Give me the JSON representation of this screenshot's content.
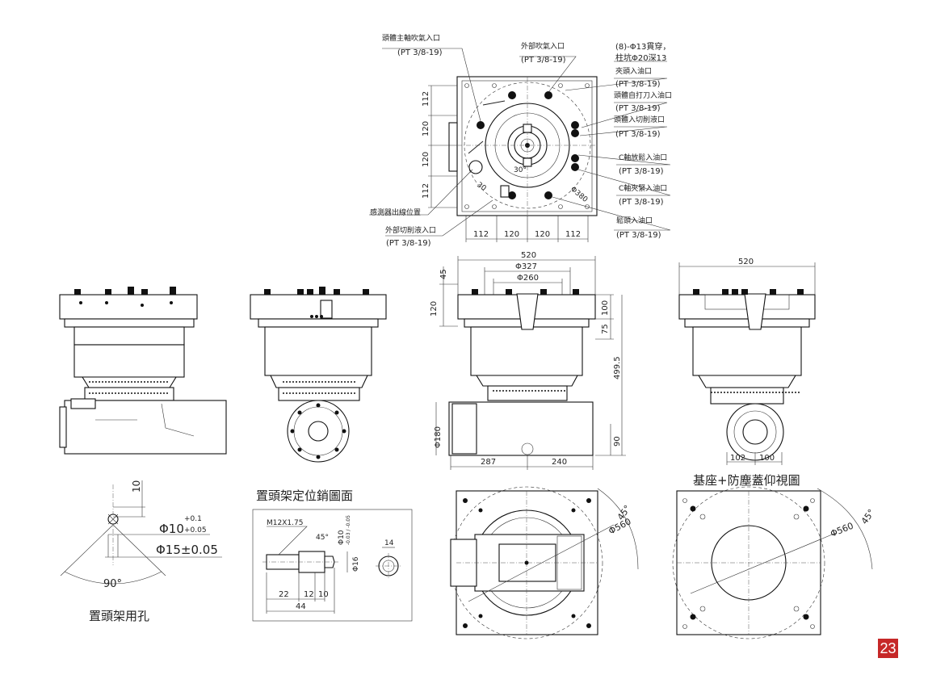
{
  "top_view": {
    "callouts": {
      "head_blow_in": "頭體主軸吹氣入口",
      "head_blow_spec": "(PT 3/8-19)",
      "ext_blow_in": "外部吹氣入口",
      "ext_blow_spec": "(PT 3/8-19)",
      "through_holes": "(8)-Φ13貫穿，",
      "counterbore": "柱坑Φ20深13",
      "clamp_oil_in": "夾頭入油口",
      "clamp_oil_spec": "(PT 3/8-19)",
      "tool_release_in": "頭體自打刀入油口",
      "tool_release_spec": "(PT 3/8-19)",
      "head_coolant_in": "頭體入切削液口",
      "head_coolant_spec": "(PT 3/8-19)",
      "c_release_in": "C軸放鬆入油口",
      "c_release_spec": "(PT 3/8-19)",
      "c_clamp_in": "C軸夾緊入油口",
      "c_clamp_spec": "(PT 3/8-19)",
      "unclamp_oil_in": "鬆頭入油口",
      "unclamp_oil_spec": "(PT 3/8-19)",
      "sensor_outlet": "感測器出線位置",
      "ext_coolant_in": "外部切削液入口",
      "ext_coolant_spec": "(PT 3/8-19)"
    },
    "dims": {
      "v1": "112",
      "v2": "120",
      "v3": "120",
      "v4": "112",
      "h1": "112",
      "h2": "120",
      "h3": "120",
      "h4": "112",
      "angle30": "30°",
      "d30": "30",
      "d380": "Φ380"
    }
  },
  "front_view": {
    "dims": {
      "w520": "520",
      "d327": "Φ327",
      "d260": "Φ260",
      "h45": "45",
      "h120": "120",
      "h100": "100",
      "h75": "75",
      "h4995": "499.5",
      "d180": "Φ180",
      "h90": "90",
      "w287": "287",
      "w240": "240"
    }
  },
  "side_view": {
    "dims": {
      "w520": "520",
      "w102": "102",
      "w100": "100"
    }
  },
  "hole_detail": {
    "caption": "置頭架用孔",
    "dim10": "10",
    "dia10": "Φ10",
    "tol_upper": "+0.1",
    "tol_lower": "+0.05",
    "dia15": "Φ15±0.05",
    "angle": "90°"
  },
  "pin_detail": {
    "title": "置頭架定位銷圖面",
    "thread": "M12X1.75",
    "chamfer": "45°",
    "dia10": "Φ10",
    "tol": "-0.03 / -0.05",
    "dia16": "Φ16",
    "w14": "14",
    "l22": "22",
    "l12": "12",
    "l10": "10",
    "l44": "44"
  },
  "bottom_view": {
    "d560": "Φ560",
    "angle45": "45°"
  },
  "base_view": {
    "title": "基座+防塵蓋仰視圖",
    "d560": "Φ560",
    "angle45": "45°"
  },
  "page_number": "23",
  "colors": {
    "accent": "#c62828",
    "line": "#222222"
  }
}
